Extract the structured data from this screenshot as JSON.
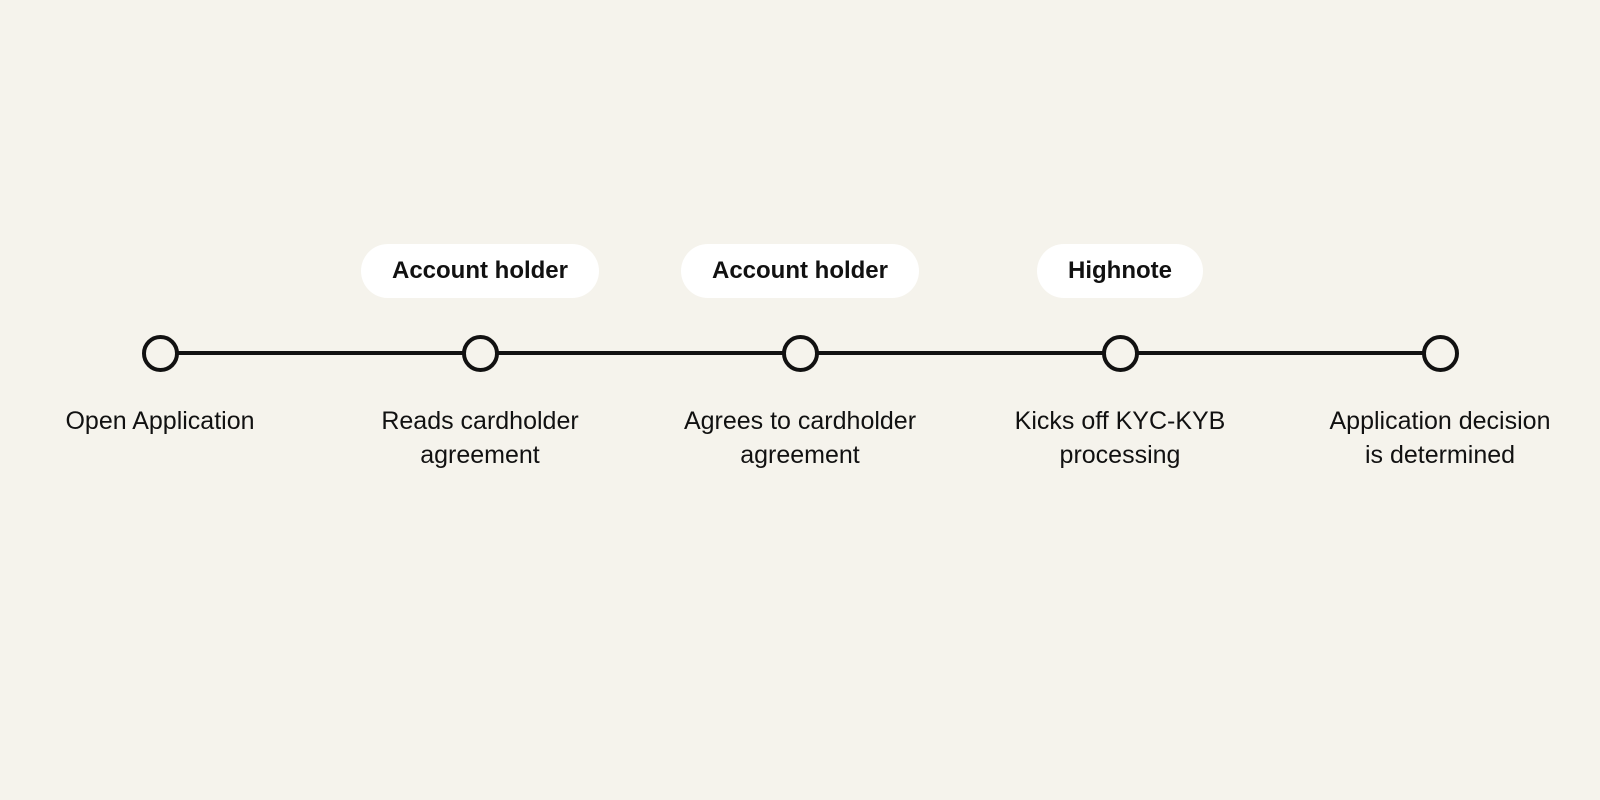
{
  "colors": {
    "background": "#f5f3ec",
    "line": "#111111",
    "pill": "#ffffff",
    "text": "#111111"
  },
  "steps": [
    {
      "actor": "",
      "label_lines": [
        "Open Application"
      ]
    },
    {
      "actor": "Account holder",
      "label_lines": [
        "Reads cardholder",
        "agreement"
      ]
    },
    {
      "actor": "Account holder",
      "label_lines": [
        "Agrees to cardholder",
        "agreement"
      ]
    },
    {
      "actor": "Highnote",
      "label_lines": [
        "Kicks off KYC-KYB",
        "processing"
      ]
    },
    {
      "actor": "",
      "label_lines": [
        "Application decision",
        "is determined"
      ]
    }
  ]
}
